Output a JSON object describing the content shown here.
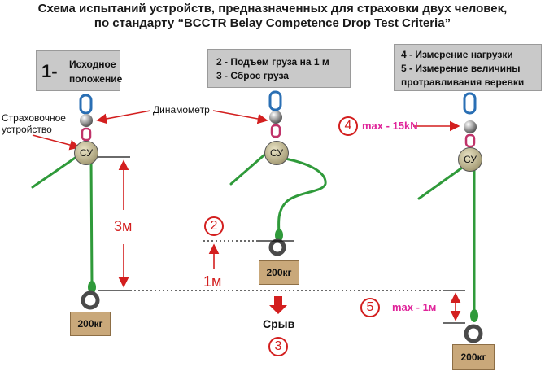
{
  "title": {
    "line1": "Схема испытаний устройств, предназначенных для страховки двух человек,",
    "line2": "по стандарту “BCCTR Belay Competence Drop Test Criteria”"
  },
  "boxes": {
    "b1": {
      "num": "1-",
      "line1": "Исходное",
      "line2": "положение"
    },
    "b2": {
      "line1": "2 - Подъем груза на 1 м",
      "line2": "3 - Сброс груза"
    },
    "b3": {
      "line1": "4 - Измерение нагрузки",
      "line2": "5 - Измерение величины",
      "line3": "протравливания веревки"
    }
  },
  "labels": {
    "belay_device_1": "Страховочное",
    "belay_device_2": "устройство",
    "dynamometer": "Динамометр",
    "device_abbr": "СУ",
    "height_3m": "3м",
    "height_1m": "1м",
    "fall": "Срыв",
    "max_load": "max - 15kN",
    "max_slip": "max - 1м",
    "weight": "200кг"
  },
  "circles": {
    "c2": "2",
    "c3": "3",
    "c4": "4",
    "c5": "5"
  },
  "colors": {
    "rope": "#2f9a3a",
    "accent": "#d31f1f",
    "magenta": "#e0249a",
    "box": "#c9c9c9",
    "weight": "#c9a87a"
  }
}
